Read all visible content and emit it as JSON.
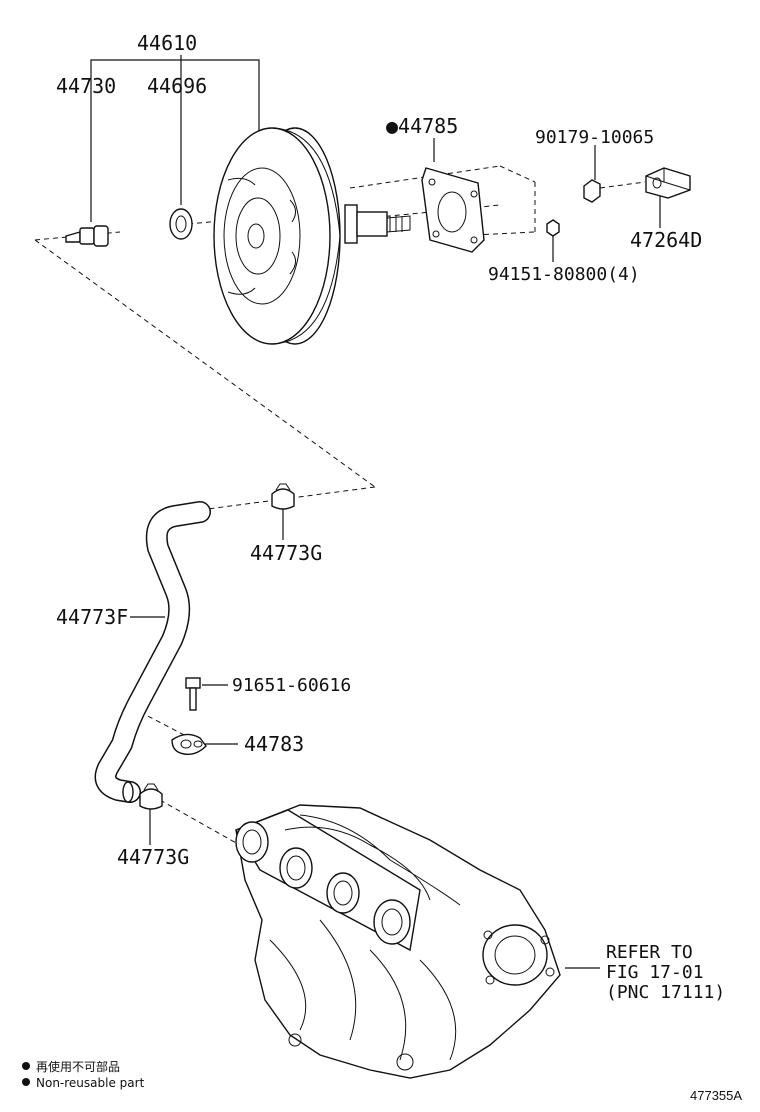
{
  "labels": {
    "p44610": "44610",
    "p44730": "44730",
    "p44696": "44696",
    "p44785": "●44785",
    "p90179": "90179-10065",
    "p47264D": "47264D",
    "p94151": "94151-80800(4)",
    "p44773G_top": "44773G",
    "p44773F": "44773F",
    "p91651": "91651-60616",
    "p44783": "44783",
    "p44773G_bottom": "44773G"
  },
  "refer": {
    "line1": "REFER TO",
    "line2": "FIG 17-01",
    "line3": "(PNC 17111)"
  },
  "legend": {
    "jp": "再使用不可部品",
    "en": "Non-reusable part"
  },
  "figure_id": "477355A"
}
